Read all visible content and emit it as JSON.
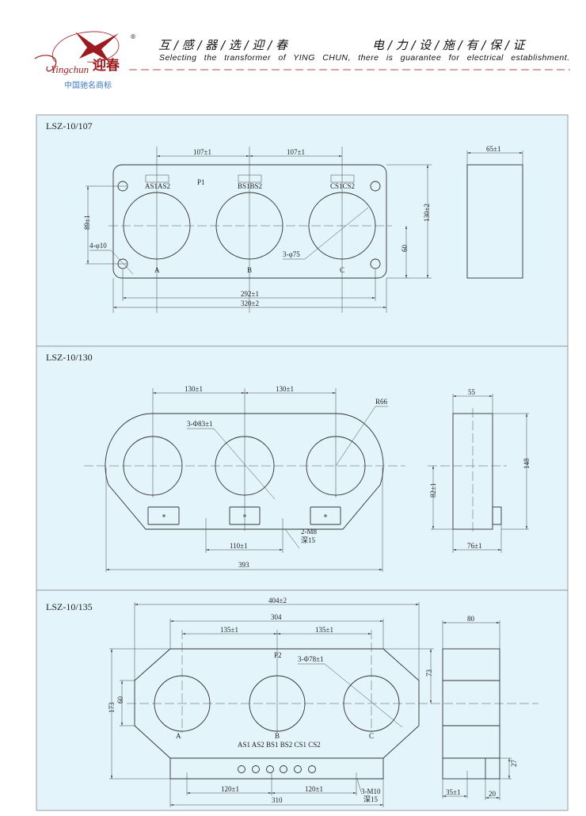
{
  "header": {
    "logo_text": "Yingchun 迎春",
    "registered_mark": "®",
    "slogan_cn_left": "互 / 感 / 器 / 选 / 迎 / 春",
    "slogan_cn_right": "电 / 力 / 设 / 施 / 有 / 保 / 证",
    "slogan_en": "Selecting the transformer of YING CHUN, there is guarantee for electrical establishment.",
    "brand_tagline": "中国驰名商标",
    "accent_color": "#9b1b1e",
    "dash_color": "#c98a8c"
  },
  "panels": [
    {
      "title": "LSZ-10/107",
      "dims": {
        "pitch_left": "107±1",
        "pitch_right": "107±1",
        "hole_spacing": "292±1",
        "width": "320±2",
        "height_holes": "89±1",
        "mount_holes": "4-φ10",
        "apertures": "3-φ75",
        "height": "130±2",
        "half_height": "60",
        "depth": "65±1"
      },
      "labels": {
        "p": "P1",
        "term_a": "AS1AS2",
        "term_b": "BS1BS2",
        "term_c": "CS1CS2",
        "a": "A",
        "b": "B",
        "c": "C"
      }
    },
    {
      "title": "LSZ-10/130",
      "dims": {
        "pitch_left": "130±1",
        "pitch_right": "130±1",
        "apertures": "3-Φ83±1",
        "radius": "R66",
        "thread_spacing": "110±1",
        "thread": "2-M8",
        "thread_depth": "深15",
        "width": "393",
        "depth": "55",
        "height": "148",
        "center_height": "82±1",
        "depth_total": "76±1"
      }
    },
    {
      "title": "LSZ-10/135",
      "dims": {
        "width": "404±2",
        "top_width": "304",
        "pitch_left": "135±1",
        "pitch_right": "135±1",
        "apertures": "3-Φ78±1",
        "height": "173",
        "side_height": "60",
        "upper_height": "73",
        "thread_left": "120±1",
        "thread_right": "120±1",
        "thread": "3-M10",
        "thread_depth": "深15",
        "base_width": "310",
        "depth": "80",
        "base_height": "27",
        "base_depth": "35±1",
        "step": "20"
      },
      "labels": {
        "p": "P2",
        "a": "A",
        "b": "B",
        "c": "C",
        "terminals": "AS1 AS2 BS1  BS2 CS1 CS2"
      }
    }
  ]
}
